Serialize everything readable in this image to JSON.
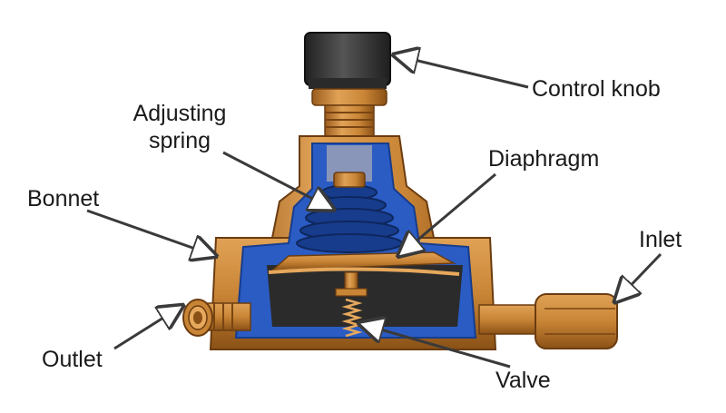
{
  "labels": {
    "control_knob": "Control knob",
    "adjusting_spring_line1": "Adjusting",
    "adjusting_spring_line2": "spring",
    "diaphragm": "Diaphragm",
    "bonnet": "Bonnet",
    "inlet": "Inlet",
    "outlet": "Outlet",
    "valve": "Valve"
  },
  "colors": {
    "brass": "#c98536",
    "brass_dark": "#8f5418",
    "brass_light": "#e6a85c",
    "blue_cutaway": "#2a5cc4",
    "blue_dark": "#173c8c",
    "knob": "#3a3a3a",
    "cavity": "#2b2b2b",
    "arrow": "#4a4a4a"
  }
}
